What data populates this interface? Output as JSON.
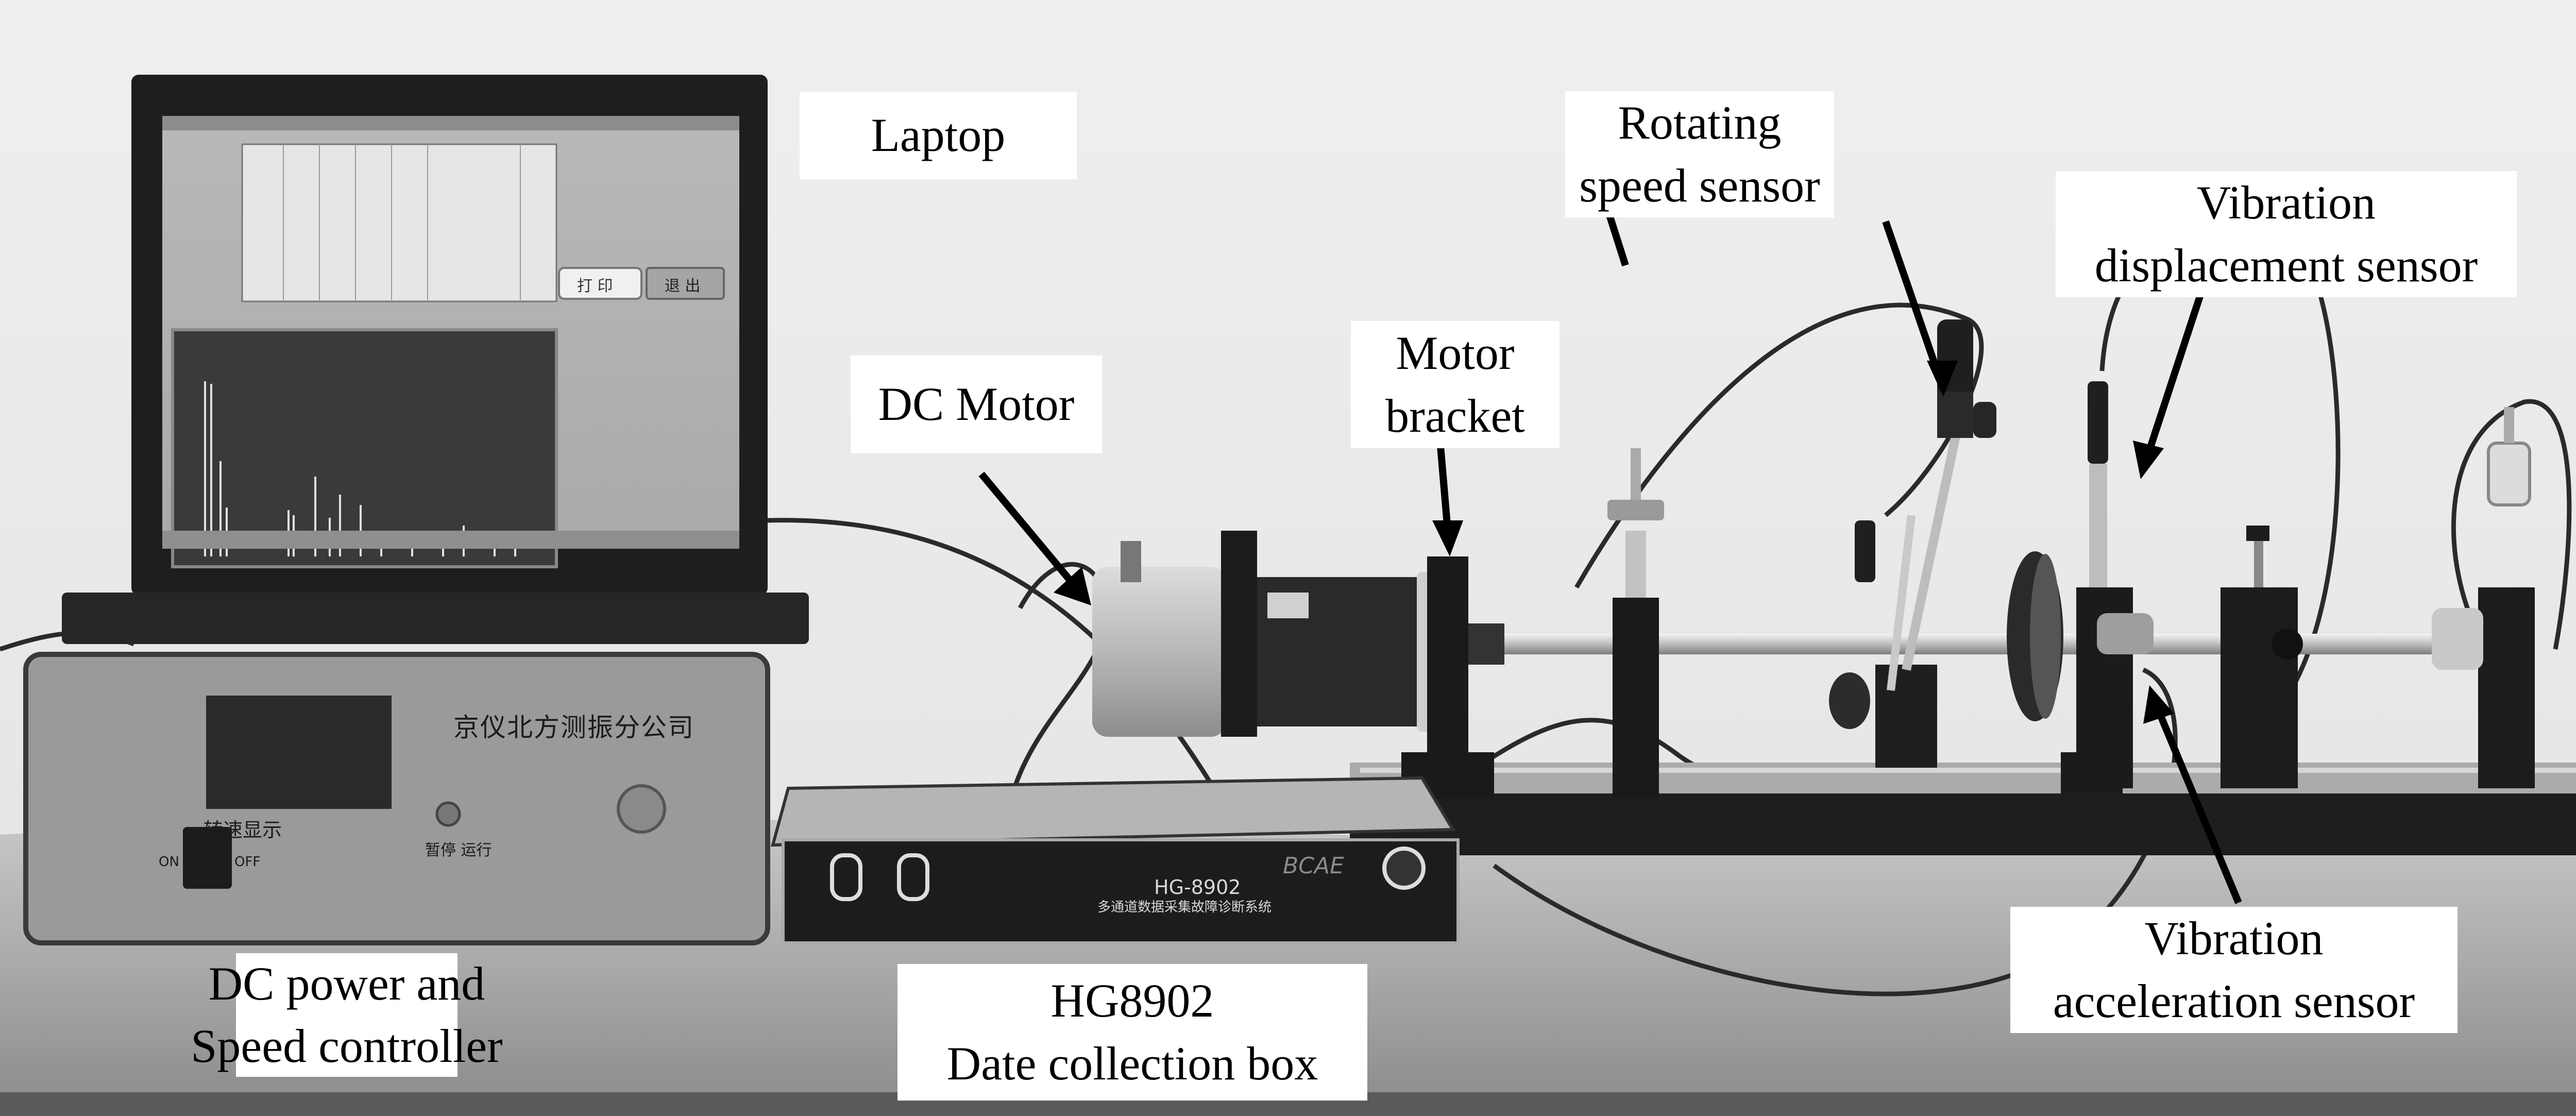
{
  "figure": {
    "labels": {
      "laptop": "Laptop",
      "rotating_speed_sensor": [
        "Rotating",
        "speed sensor"
      ],
      "vibration_displacement_sensor": [
        "Vibration",
        "displacement sensor"
      ],
      "motor_bracket": [
        "Motor",
        "bracket"
      ],
      "dc_motor": "DC Motor",
      "dc_power_speed_controller": [
        "DC power and",
        "Speed controller"
      ],
      "hg8902_box": [
        "HG8902",
        "Date collection box"
      ],
      "vibration_acceleration_sensor": [
        "Vibration",
        "acceleration sensor"
      ]
    },
    "power_box": {
      "brand": "京仪北方测振分公司",
      "display_label": "转速显示",
      "switch_on": "ON",
      "switch_off": "OFF",
      "pause_run": "暂停 运行"
    },
    "daq_box": {
      "brand": "BCAE",
      "model": "HG-8902",
      "subtitle": "多通道数据采集故障诊断系统"
    },
    "laptop_screen": {
      "print_button": "打 印",
      "exit_button": "退 出"
    },
    "colors": {
      "background": "#ececec",
      "label_bg": "#ffffff",
      "arrow": "#000000",
      "equipment_dark": "#1e1e1e",
      "power_box_face": "#9a9a9a"
    }
  }
}
